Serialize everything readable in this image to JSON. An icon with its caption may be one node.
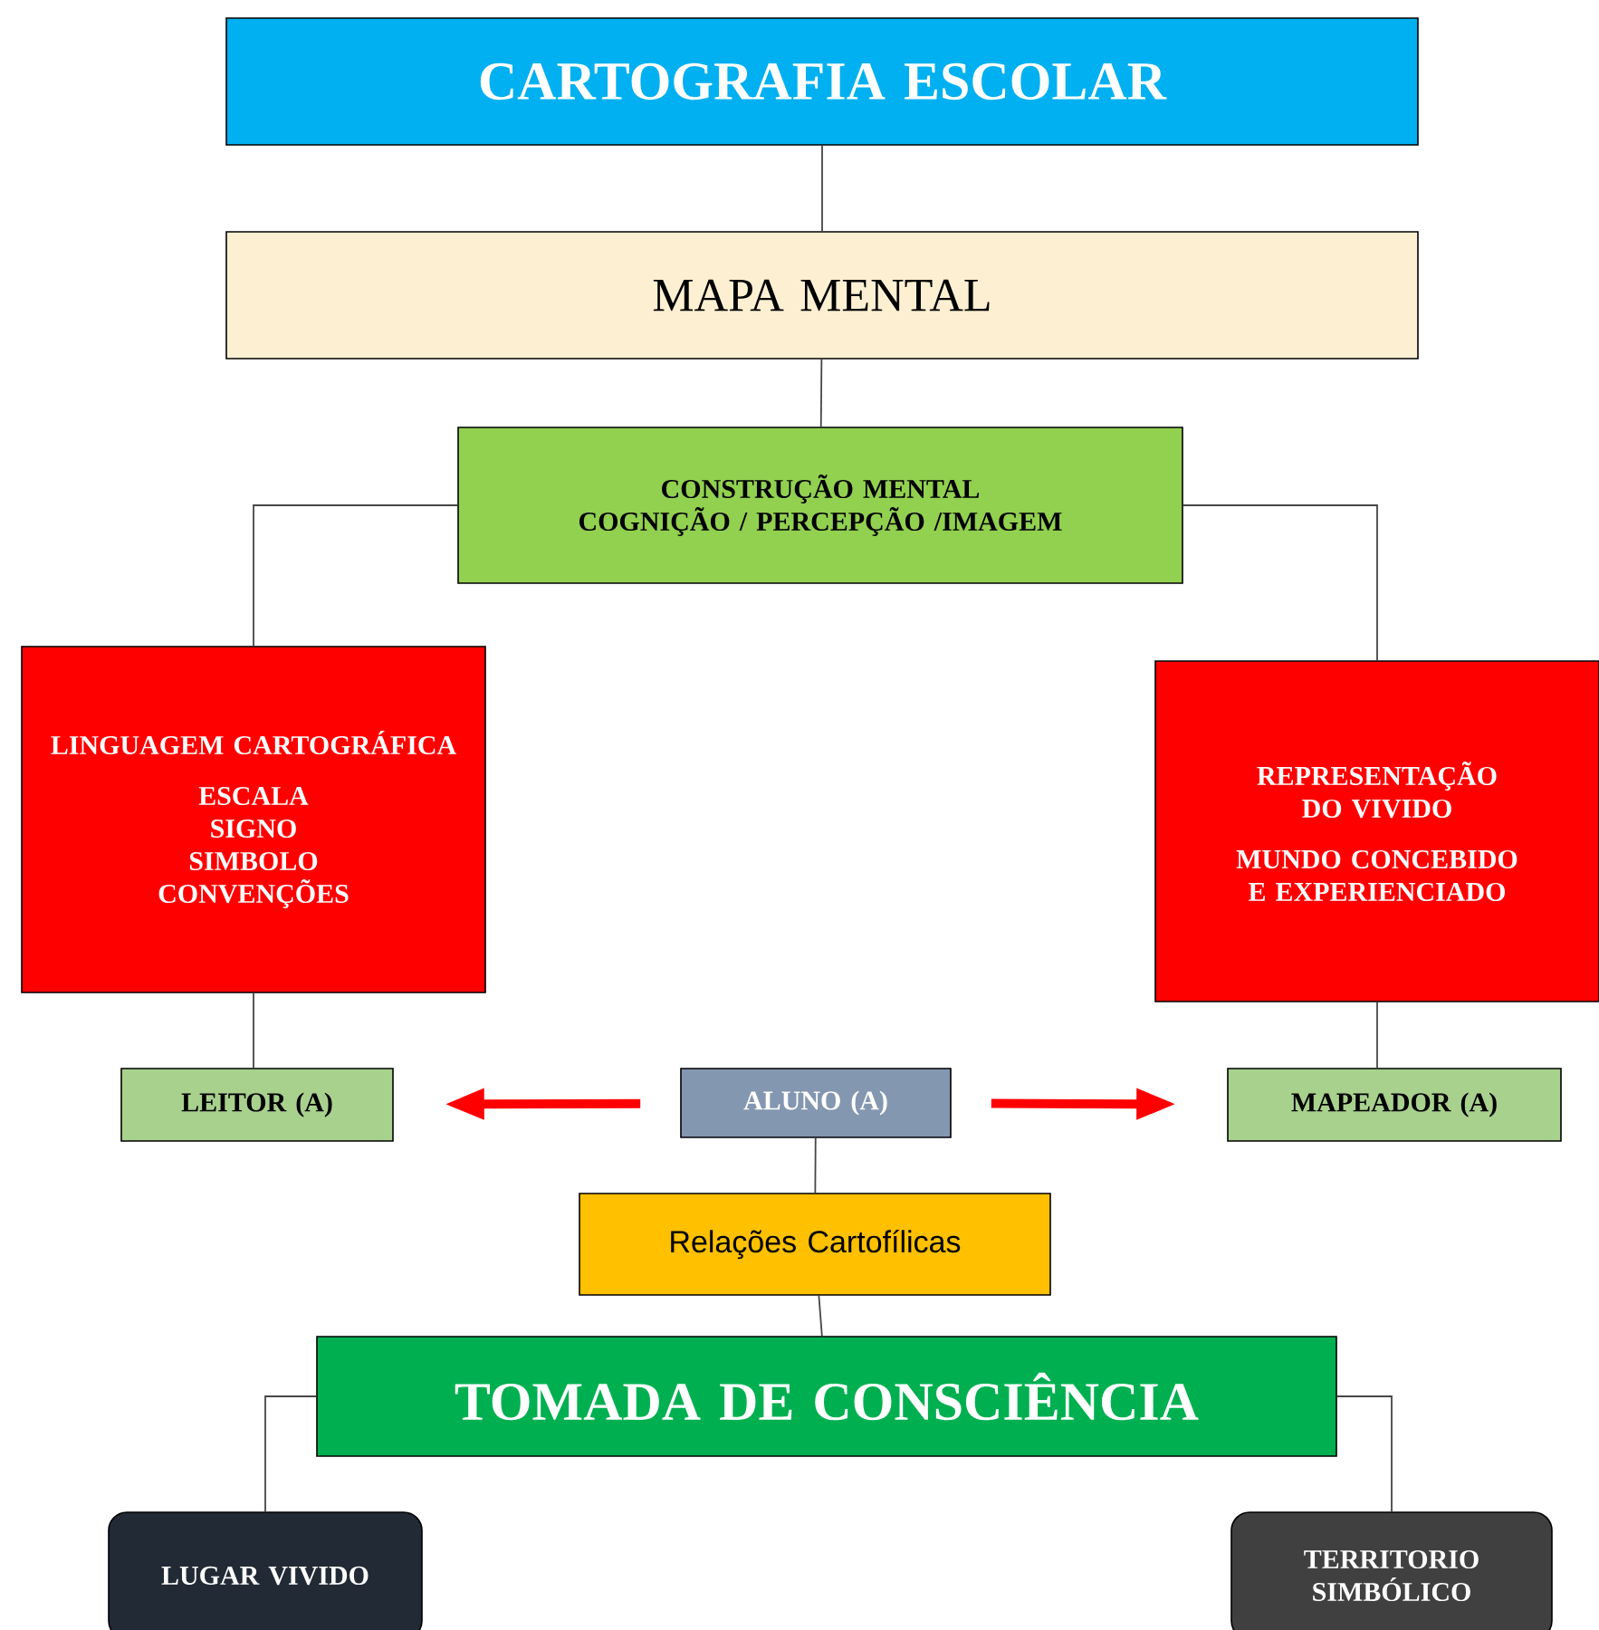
{
  "diagram": {
    "nodes": [
      {
        "text": [
          "CARTOGRAFIA ESCOLAR"
        ]
      },
      {
        "text": [
          "MAPA MENTAL"
        ]
      },
      {
        "text": [
          "CONSTRUÇÃO MENTAL",
          "COGNIÇÃO / PERCEPÇÃO /IMAGEM"
        ]
      },
      {
        "text": [
          "LINGUAGEM CARTOGRÁFICA",
          "ESCALA",
          "SIGNO",
          "SIMBOLO",
          "CONVENÇÕES"
        ]
      },
      {
        "text": [
          "REPRESENTAÇÃO DO VIVIDO",
          "MUNDO CONCEBIDO E EXPERIENCIADO"
        ]
      },
      {
        "text": [
          "LEITOR (A)"
        ]
      },
      {
        "text": [
          "ALUNO (A)"
        ]
      },
      {
        "text": [
          "MAPEADOR (A)"
        ]
      },
      {
        "text": [
          "Relações Cartofílicas"
        ]
      },
      {
        "text": [
          "TOMADA DE CONSCIÊNCIA"
        ]
      },
      {
        "text": [
          "LUGAR VIVIDO"
        ]
      },
      {
        "text": [
          "TERRITORIO SIMBÓLICO"
        ]
      }
    ],
    "edges": [
      {
        "from": 0,
        "to": 1,
        "arrow": "none"
      },
      {
        "from": 1,
        "to": 2,
        "arrow": "none"
      },
      {
        "from": 2,
        "to": 3,
        "arrow": "none"
      },
      {
        "from": 2,
        "to": 4,
        "arrow": "none"
      },
      {
        "from": 3,
        "to": 5,
        "arrow": "none"
      },
      {
        "from": 4,
        "to": 7,
        "arrow": "none"
      },
      {
        "from": 6,
        "to": 5,
        "arrow": "to",
        "style": "thick",
        "color": "#ff0000"
      },
      {
        "from": 6,
        "to": 7,
        "arrow": "to",
        "style": "thick",
        "color": "#ff0000"
      },
      {
        "from": 6,
        "to": 8,
        "arrow": "none"
      },
      {
        "from": 8,
        "to": 9,
        "arrow": "none"
      },
      {
        "from": 9,
        "to": 10,
        "arrow": "none"
      },
      {
        "from": 9,
        "to": 11,
        "arrow": "none"
      }
    ]
  }
}
